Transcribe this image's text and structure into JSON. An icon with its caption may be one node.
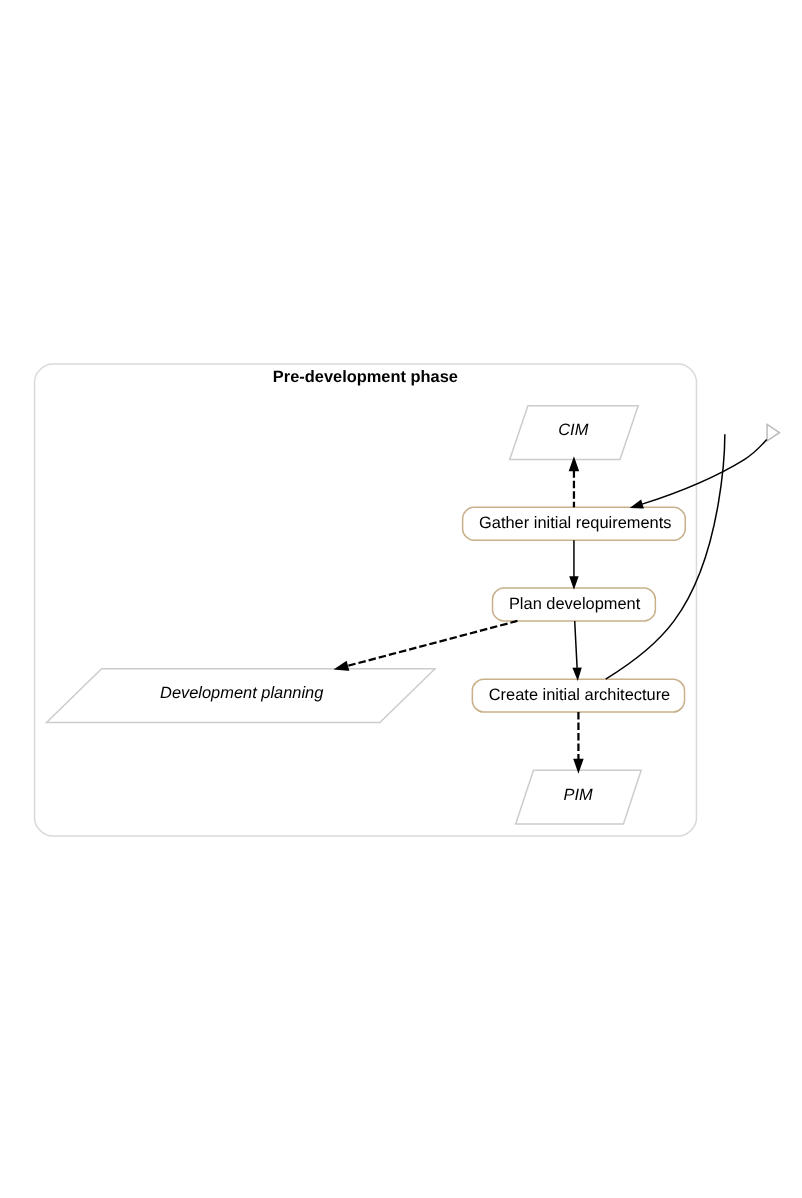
{
  "diagram": {
    "nodes": [
      {
        "text": [
          "Pre-development phase"
        ]
      },
      {
        "text": [
          "CIM"
        ],
        "in": 0
      },
      {
        "text": [],
        "shape": "triangle"
      },
      {
        "text": [
          "Gather initial requirements"
        ],
        "in": 0
      },
      {
        "text": [
          "Plan development"
        ],
        "in": 0
      },
      {
        "text": [
          "Development planning"
        ],
        "in": 0
      },
      {
        "text": [
          "Create initial architecture"
        ],
        "in": 0
      },
      {
        "text": [
          "PIM"
        ],
        "in": 0
      }
    ],
    "edges": [
      {
        "from": 2,
        "to": 3,
        "arrow": "to"
      },
      {
        "from": 3,
        "to": 1,
        "arrow": "to",
        "style": "dashed"
      },
      {
        "from": 3,
        "to": 4,
        "arrow": "to"
      },
      {
        "from": 4,
        "to": 5,
        "arrow": "to",
        "style": "dashed"
      },
      {
        "from": 4,
        "to": 6,
        "arrow": "to"
      },
      {
        "from": 6,
        "to": 7,
        "arrow": "to",
        "style": "dashed"
      },
      {
        "from": 6,
        "to": null,
        "arrow": "none"
      }
    ]
  }
}
